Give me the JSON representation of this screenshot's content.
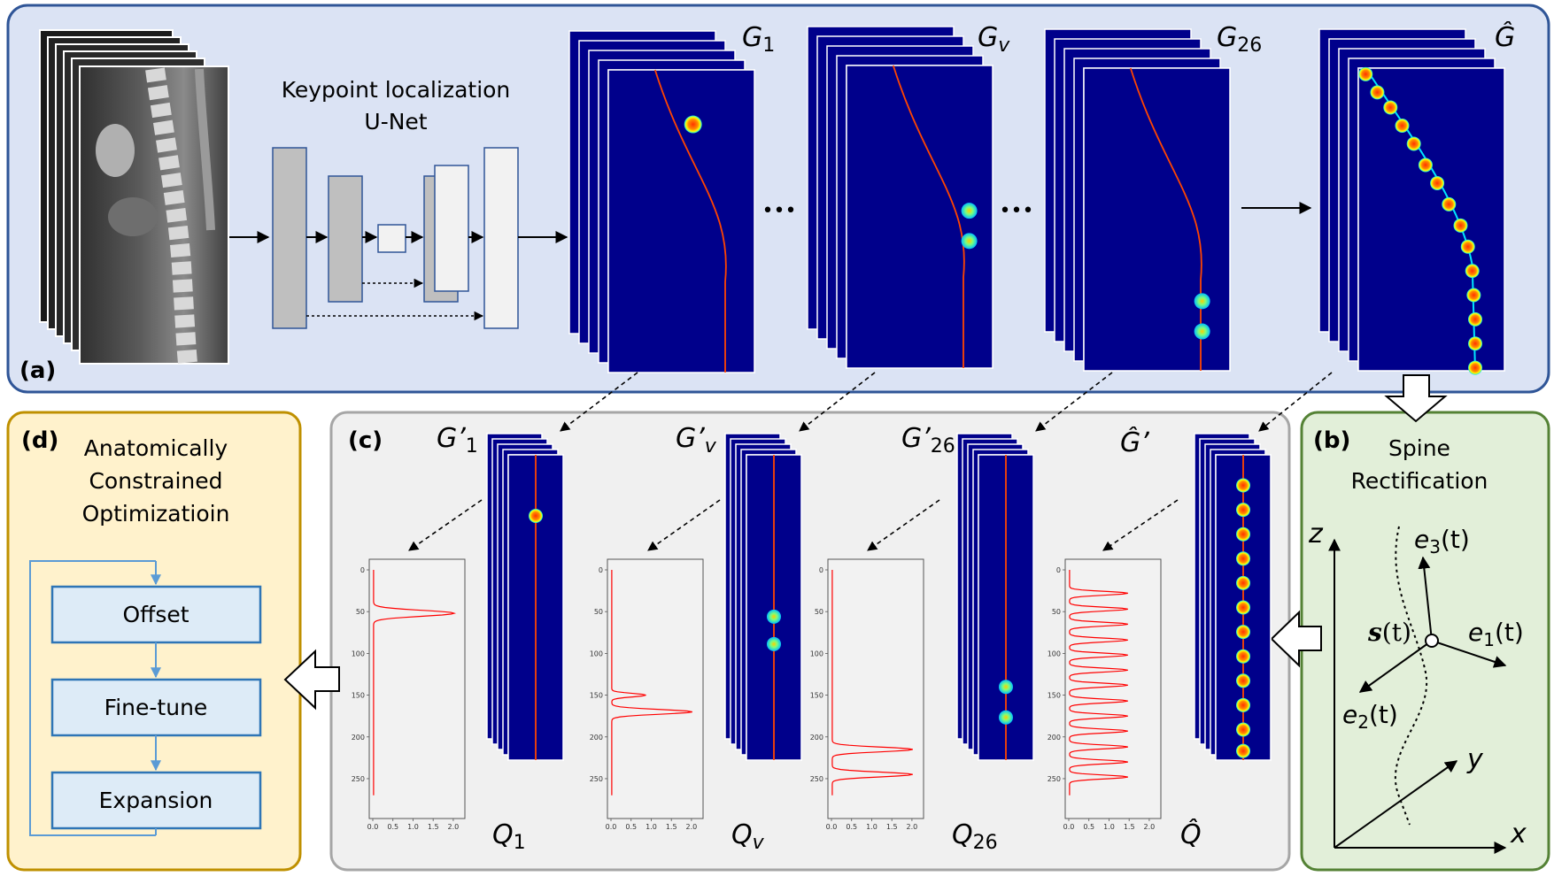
{
  "panel_a": {
    "label": "(a)",
    "unet_title_line1": "Keypoint localization",
    "unet_title_line2": "U-Net",
    "g1": "G",
    "g1_sub": "1",
    "gv": "G",
    "gv_sub": "v",
    "g26": "G",
    "g26_sub": "26",
    "ghat": "Ĝ",
    "ellipsis": "•••"
  },
  "panel_b": {
    "label": "(b)",
    "title_line1": "Spine",
    "title_line2": "Rectification",
    "z": "z",
    "y": "y",
    "x": "x",
    "e3": "e",
    "e3_sub": "3",
    "e1": "e",
    "e1_sub": "1",
    "e2": "e",
    "e2_sub": "2",
    "t_arg": "(t)",
    "s": "s",
    "s_arg": "(t)"
  },
  "panel_c": {
    "label": "(c)",
    "g1p": "G’",
    "g1p_sub": "1",
    "gvp": "G’",
    "gvp_sub": "v",
    "g26p": "G’",
    "g26p_sub": "26",
    "ghatp": "Ĝ’",
    "q1": "Q",
    "q1_sub": "1",
    "qv": "Q",
    "qv_sub": "v",
    "q26": "Q",
    "q26_sub": "26",
    "qhat": "Q̂",
    "y_ticks": [
      "0",
      "50",
      "100",
      "150",
      "200",
      "250"
    ],
    "x_ticks": [
      "0.0",
      "0.5",
      "1.0",
      "1.5",
      "2.0"
    ]
  },
  "panel_d": {
    "label": "(d)",
    "title_line1": "Anatomically",
    "title_line2": "Constrained",
    "title_line3": "Optimizatioin",
    "box1": "Offset",
    "box2": "Fine-tune",
    "box3": "Expansion"
  },
  "colors": {
    "panel_a_fill": "#dbe3f4",
    "panel_a_border": "#2f5597",
    "panel_b_fill": "#e2efd9",
    "panel_b_border": "#548235",
    "panel_c_fill": "#f0f0f0",
    "panel_c_border": "#a6a6a6",
    "panel_d_fill": "#fff2cc",
    "panel_d_border": "#bf9000",
    "heatmap_bg": "#00008b",
    "spine_line": "#ff4500",
    "profile_line": "#ff0000",
    "opt_box_fill": "#ddebf7",
    "opt_box_border": "#2e75b6"
  }
}
